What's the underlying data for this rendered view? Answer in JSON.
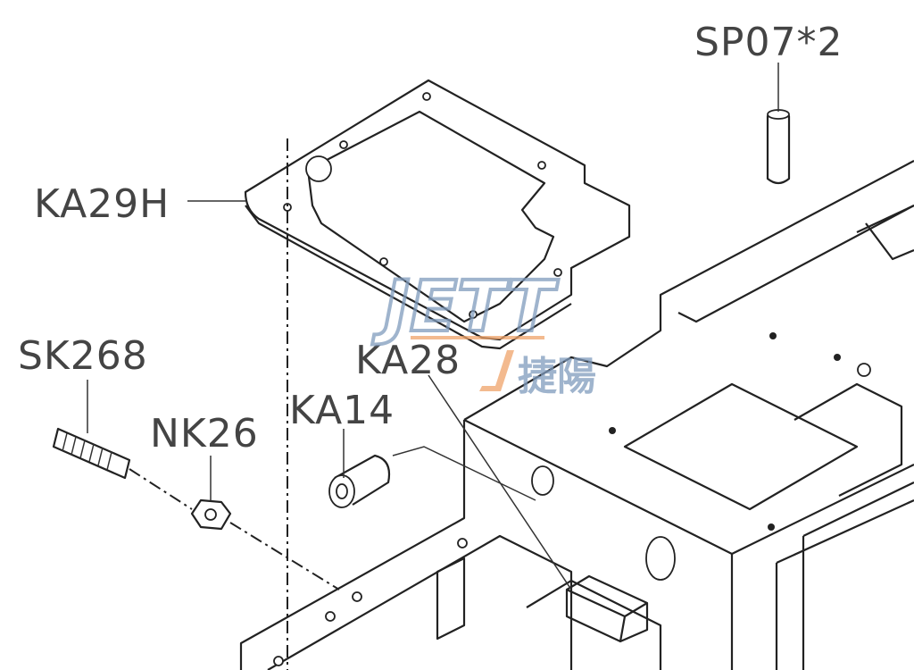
{
  "diagram": {
    "labels": {
      "sp07": "SP07*2",
      "ka29h": "KA29H",
      "sk268": "SK268",
      "nk26": "NK26",
      "ka14": "KA14",
      "ka28": "KA28"
    },
    "watermark": {
      "latin": "JETT",
      "chinese": "捷陽",
      "blue": "#7f9bbd",
      "orange": "#f0a46a"
    }
  }
}
